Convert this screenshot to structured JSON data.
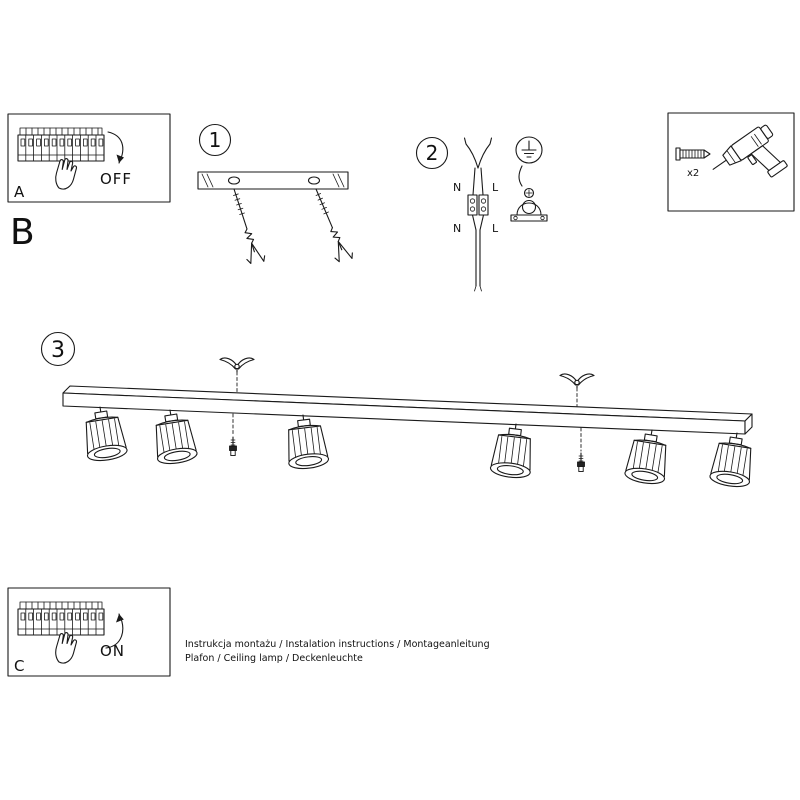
{
  "panel_a": {
    "letter": "A",
    "action": "OFF"
  },
  "section_b": {
    "letter": "B"
  },
  "panel_c": {
    "letter": "C",
    "action": "ON"
  },
  "steps": {
    "one": "1",
    "two": "2",
    "three": "3"
  },
  "wiring": {
    "n_top": "N",
    "l_top": "L",
    "n_bottom": "N",
    "l_bottom": "L"
  },
  "hardware": {
    "plug_count": "x2"
  },
  "footer": {
    "line1": "Instrukcja montażu / Instalation instructions / Montageanleitung",
    "line2": "Plafon / Ceiling lamp / Deckenleuchte"
  },
  "colors": {
    "ink": "#1a1a1a",
    "paper": "#ffffff"
  }
}
